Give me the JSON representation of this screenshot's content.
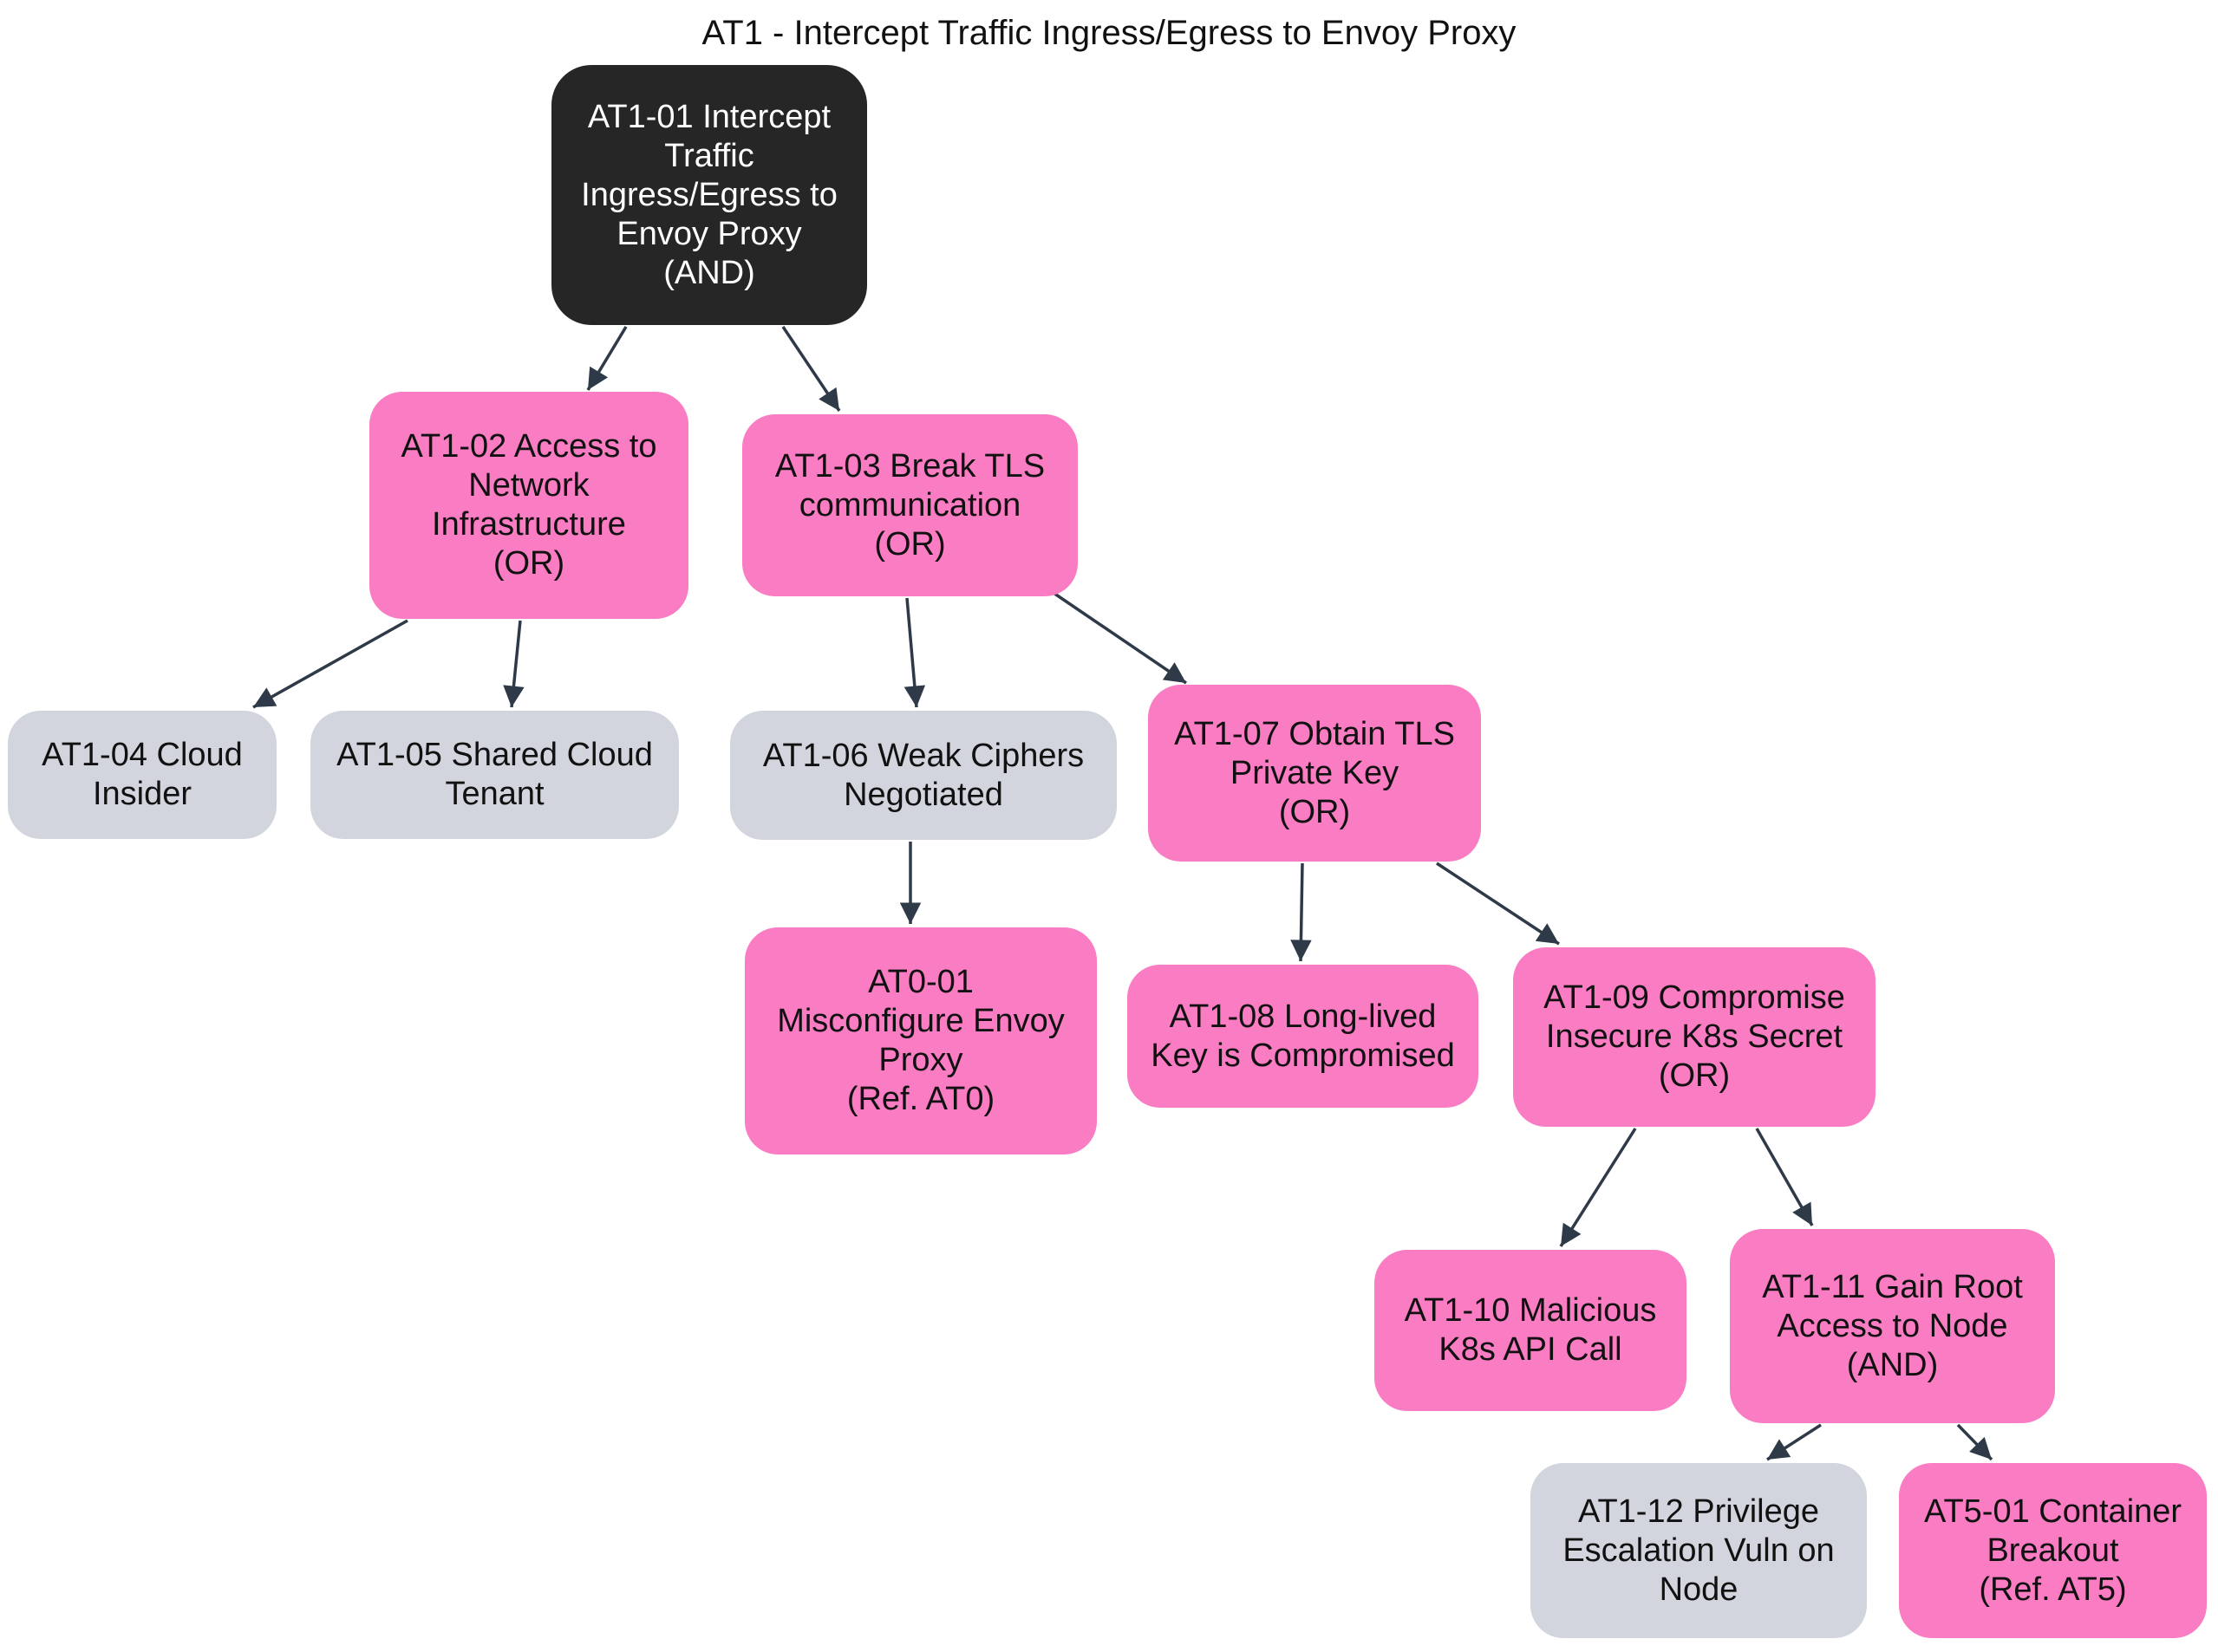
{
  "title": "AT1 - Intercept Traffic Ingress/Egress to Envoy Proxy",
  "colors": {
    "background": "#ffffff",
    "root_node_fill": "#262627",
    "root_node_text": "#ffffff",
    "gate_node_fill": "#fa7cc3",
    "leaf_node_fill": "#d2d5dd",
    "node_text": "#111111",
    "edge": "#2e3a48"
  },
  "nodes": {
    "at1_01": {
      "id": "AT1-01",
      "kind": "root-and",
      "label": "AT1-01 Intercept\nTraffic\nIngress/Egress to\nEnvoy Proxy\n(AND)"
    },
    "at1_02": {
      "id": "AT1-02",
      "kind": "or",
      "label": "AT1-02 Access to\nNetwork\nInfrastructure\n(OR)"
    },
    "at1_03": {
      "id": "AT1-03",
      "kind": "or",
      "label": "AT1-03 Break TLS\ncommunication\n(OR)"
    },
    "at1_04": {
      "id": "AT1-04",
      "kind": "leaf",
      "label": "AT1-04 Cloud\nInsider"
    },
    "at1_05": {
      "id": "AT1-05",
      "kind": "leaf",
      "label": "AT1-05 Shared Cloud\nTenant"
    },
    "at1_06": {
      "id": "AT1-06",
      "kind": "leaf",
      "label": "AT1-06 Weak Ciphers\nNegotiated"
    },
    "at1_07": {
      "id": "AT1-07",
      "kind": "or",
      "label": "AT1-07 Obtain TLS\nPrivate Key\n(OR)"
    },
    "at0_01": {
      "id": "AT0-01",
      "kind": "ref",
      "label": "AT0-01\nMisconfigure Envoy\nProxy\n(Ref. AT0)"
    },
    "at1_08": {
      "id": "AT1-08",
      "kind": "node",
      "label": "AT1-08 Long-lived\nKey is Compromised"
    },
    "at1_09": {
      "id": "AT1-09",
      "kind": "or",
      "label": "AT1-09 Compromise\nInsecure K8s Secret\n(OR)"
    },
    "at1_10": {
      "id": "AT1-10",
      "kind": "node",
      "label": "AT1-10 Malicious\nK8s API Call"
    },
    "at1_11": {
      "id": "AT1-11",
      "kind": "and",
      "label": "AT1-11 Gain Root\nAccess to Node\n(AND)"
    },
    "at1_12": {
      "id": "AT1-12",
      "kind": "leaf",
      "label": "AT1-12 Privilege\nEscalation Vuln on\nNode"
    },
    "at5_01": {
      "id": "AT5-01",
      "kind": "ref",
      "label": "AT5-01 Container\nBreakout\n(Ref. AT5)"
    }
  },
  "edges": [
    {
      "from": "AT1-01",
      "to": "AT1-02"
    },
    {
      "from": "AT1-01",
      "to": "AT1-03"
    },
    {
      "from": "AT1-02",
      "to": "AT1-04"
    },
    {
      "from": "AT1-02",
      "to": "AT1-05"
    },
    {
      "from": "AT1-03",
      "to": "AT1-06"
    },
    {
      "from": "AT1-03",
      "to": "AT1-07"
    },
    {
      "from": "AT1-06",
      "to": "AT0-01"
    },
    {
      "from": "AT1-07",
      "to": "AT1-08"
    },
    {
      "from": "AT1-07",
      "to": "AT1-09"
    },
    {
      "from": "AT1-09",
      "to": "AT1-10"
    },
    {
      "from": "AT1-09",
      "to": "AT1-11"
    },
    {
      "from": "AT1-11",
      "to": "AT1-12"
    },
    {
      "from": "AT1-11",
      "to": "AT5-01"
    }
  ]
}
